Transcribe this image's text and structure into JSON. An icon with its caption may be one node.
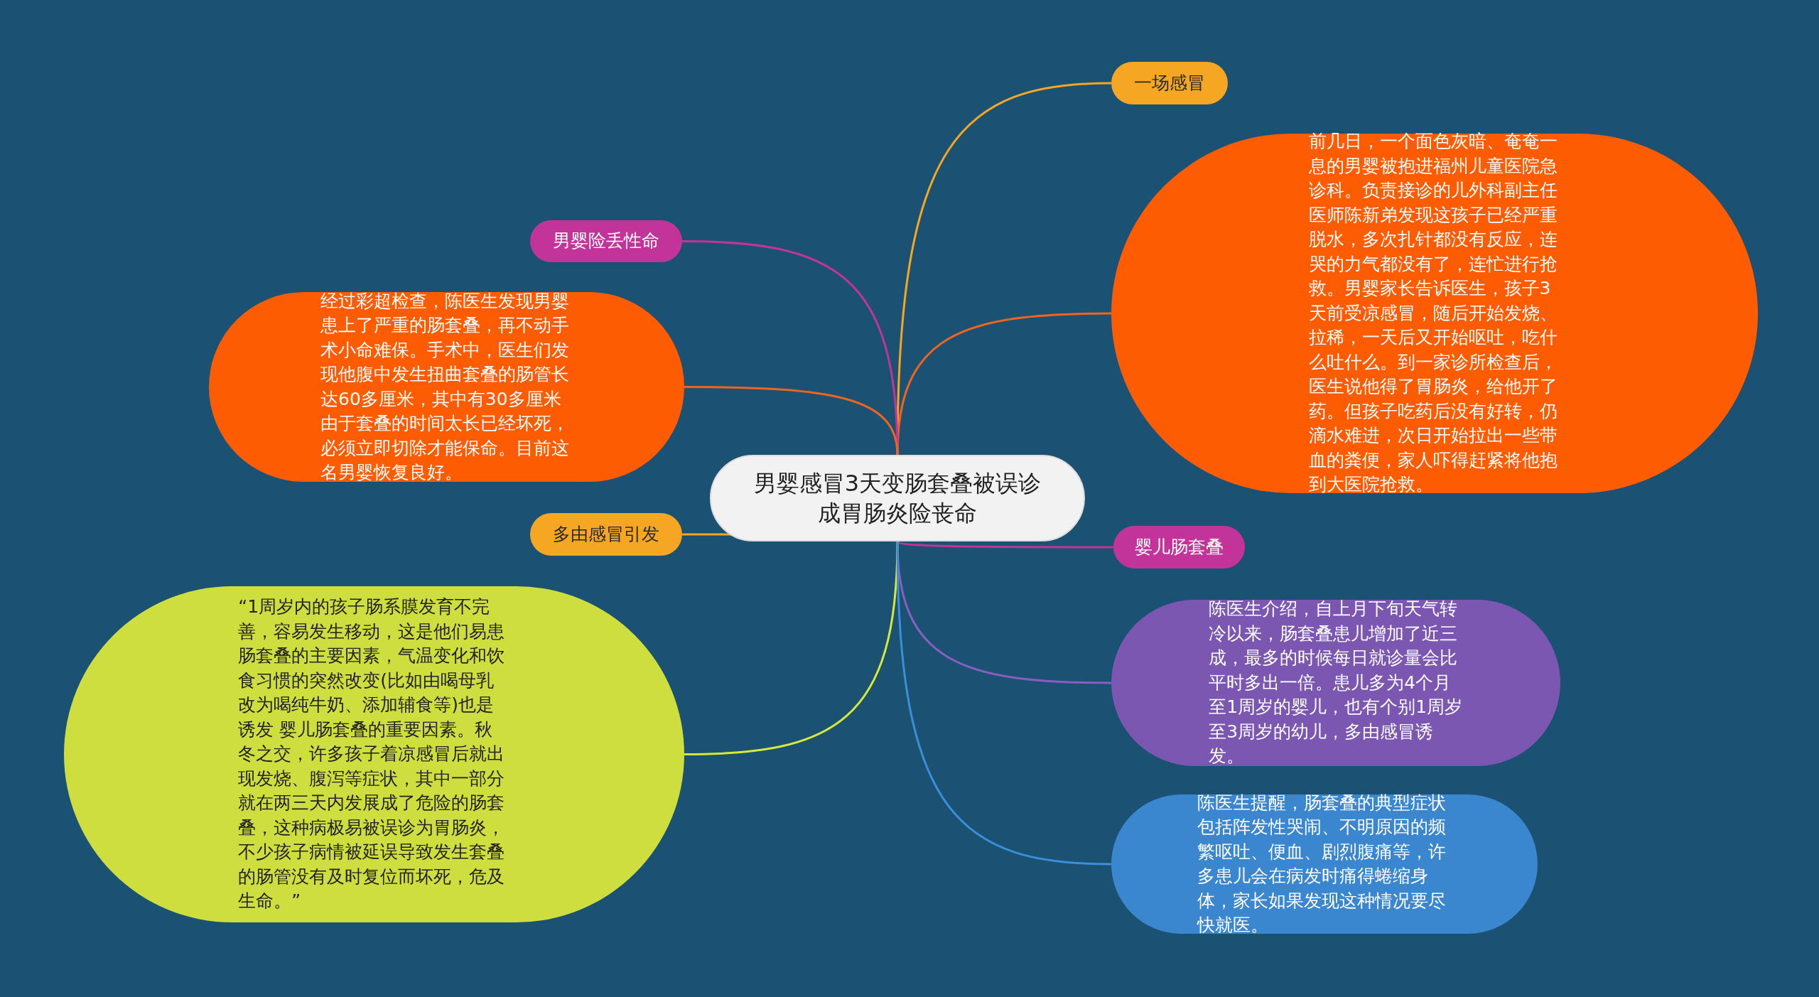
{
  "diagram": {
    "nodes": [
      {
        "text": [
          "男婴感冒3天变肠套叠被误诊成胃肠炎险丧命"
        ]
      },
      {
        "text": [
          "一场感冒"
        ]
      },
      {
        "text": [
          "前几日，一个面色灰暗、奄奄一息的男婴被抱进福州儿童医院急诊科。负责接诊的儿外科副主任医师陈新弟发现这孩子已经严重脱水，多次扎针都没有反应，连哭的力气都没有了，连忙进行抢救。男婴家长告诉医生，孩子3天前受凉感冒，随后开始发烧、拉稀，一天后又开始呕吐，吃什么吐什么。到一家诊所检查后，医生说他得了胃肠炎，给他开了药。但孩子吃药后没有好转，仍滴水难进，次日开始拉出一些带血的粪便，家人吓得赶紧将他抱到大医院抢救。"
        ]
      },
      {
        "text": [
          "男婴险丢性命"
        ]
      },
      {
        "text": [
          "经过彩超检查，陈医生发现男婴患上了严重的肠套叠，再不动手术小命难保。手术中，医生们发现他腹中发生扭曲套叠的肠管长达60多厘米，其中有30多厘米由于套叠的时间太长已经坏死，必须立即切除才能保命。目前这名男婴恢复良好。"
        ]
      },
      {
        "text": [
          "多由感冒引发"
        ]
      },
      {
        "text": [
          "婴儿肠套叠"
        ]
      },
      {
        "text": [
          "陈医生介绍，自上月下旬天气转冷以来，肠套叠患儿增加了近三成，最多的时候每日就诊量会比平时多出一倍。患儿多为4个月至1周岁的婴儿，也有个别1周岁至3周岁的幼儿，多由感冒诱发。"
        ]
      },
      {
        "text": [
          "“1周岁内的孩子肠系膜发育不完善，容易发生移动，这是他们易患肠套叠的主要因素，气温变化和饮食习惯的突然改变(比如由喝母乳改为喝纯牛奶、添加辅食等)也是诱发 婴儿肠套叠的重要因素。秋冬之交，许多孩子着凉感冒后就出现发烧、腹泻等症状，其中一部分就在两三天内发展成了危险的肠套叠，这种病极易被误诊为胃肠炎，不少孩子病情被延误导致发生套叠的肠管没有及时复位而坏死，危及生命。”"
        ]
      },
      {
        "text": [
          "陈医生提醒，肠套叠的典型症状包括阵发性哭闹、不明原因的频繁呕吐、便血、剧烈腹痛等，许多患儿会在病发时痛得蜷缩身体，家长如果发现这种情况要尽快就医。"
        ]
      }
    ],
    "edges": [
      {
        "from": 0,
        "to": 1,
        "arrow": "none",
        "color": "#f5a623"
      },
      {
        "from": 0,
        "to": 2,
        "arrow": "none",
        "color": "#f0641e"
      },
      {
        "from": 0,
        "to": 3,
        "arrow": "none",
        "color": "#c2349a"
      },
      {
        "from": 0,
        "to": 4,
        "arrow": "none",
        "color": "#f0641e"
      },
      {
        "from": 0,
        "to": 5,
        "arrow": "none",
        "color": "#f5a623"
      },
      {
        "from": 0,
        "to": 6,
        "arrow": "none",
        "color": "#c2349a"
      },
      {
        "from": 0,
        "to": 7,
        "arrow": "none",
        "color": "#8a5ec0"
      },
      {
        "from": 0,
        "to": 8,
        "arrow": "none",
        "color": "#d6e83a"
      },
      {
        "from": 0,
        "to": 9,
        "arrow": "none",
        "color": "#3a8fd8"
      }
    ]
  }
}
